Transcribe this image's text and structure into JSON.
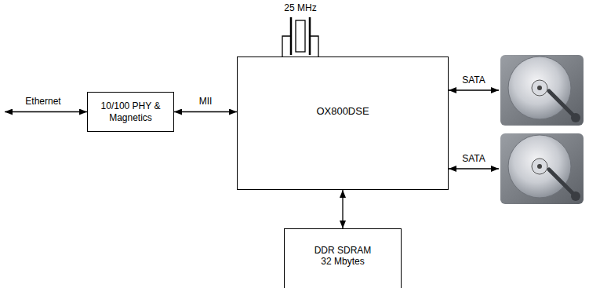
{
  "diagram": {
    "nodes": [
      {
        "text": [
          "10/100 PHY & Magnetics"
        ]
      },
      {
        "text": [
          "OX800DSE"
        ]
      },
      {
        "text": [
          "DDR SDRAM 32 Mbytes"
        ]
      }
    ],
    "edges": [
      {
        "from": 0,
        "to": 1,
        "arrow": "both",
        "label": "MII"
      },
      {
        "from": 1,
        "to": 2,
        "arrow": "both"
      }
    ],
    "labels": [
      "25 MHz",
      "Ethernet",
      "SATA",
      "SATA"
    ]
  }
}
